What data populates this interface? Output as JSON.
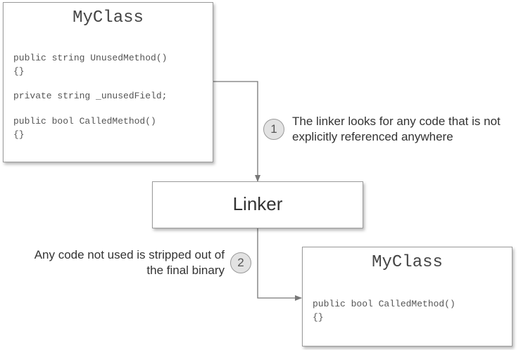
{
  "source_class": {
    "title": "MyClass",
    "lines": [
      "public string UnusedMethod()",
      "{}",
      "private string _unusedField;",
      "public bool CalledMethod()",
      "{}"
    ]
  },
  "linker": {
    "label": "Linker"
  },
  "result_class": {
    "title": "MyClass",
    "lines": [
      "public bool CalledMethod()",
      "{}"
    ]
  },
  "steps": [
    {
      "number": "1",
      "text_line1": "The linker looks for any code that is not",
      "text_line2": "explicitly referenced anywhere"
    },
    {
      "number": "2",
      "text_line1": "Any code not used is stripped out of",
      "text_line2": "the final binary"
    }
  ],
  "colors": {
    "border": "#9a9a9a",
    "connector": "#777777",
    "step_fill": "#e2e2e2"
  }
}
